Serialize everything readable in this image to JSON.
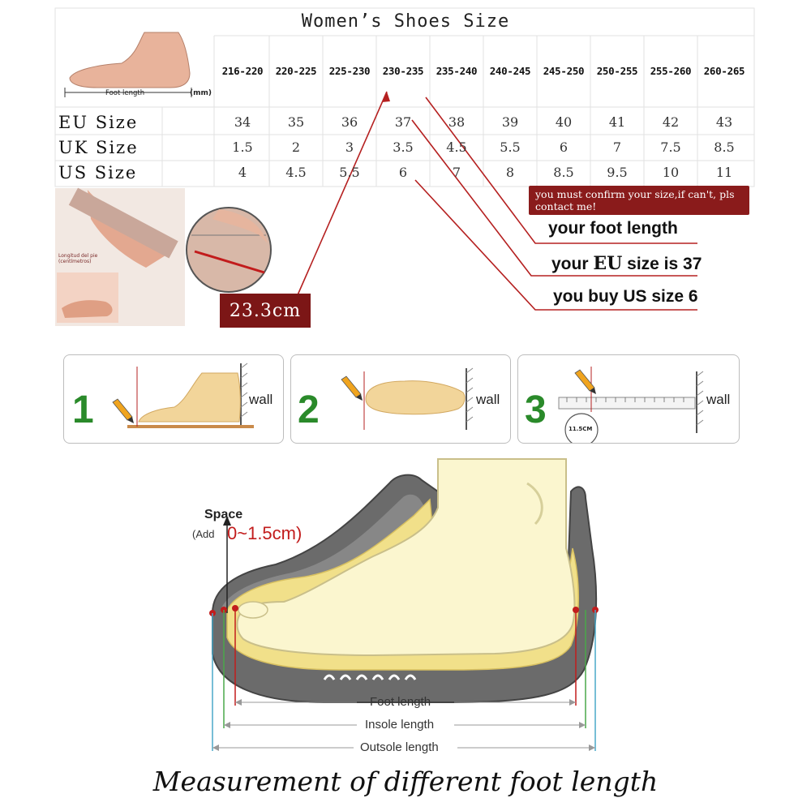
{
  "size_chart": {
    "title": "Women’s Shoes Size",
    "foot_length_label": "Foot length",
    "unit_label": "(mm)",
    "mm_ranges": [
      "216-220",
      "220-225",
      "225-230",
      "230-235",
      "235-240",
      "240-245",
      "245-250",
      "250-255",
      "255-260",
      "260-265"
    ],
    "rows": [
      {
        "label": "EU Size",
        "values": [
          "34",
          "35",
          "36",
          "37",
          "38",
          "39",
          "40",
          "41",
          "42",
          "43"
        ]
      },
      {
        "label": "UK Size",
        "values": [
          "1.5",
          "2",
          "3",
          "3.5",
          "4.5",
          "5.5",
          "6",
          "7",
          "7.5",
          "8.5"
        ]
      },
      {
        "label": "US Size",
        "values": [
          "4",
          "4.5",
          "5.5",
          "6",
          "7",
          "8",
          "8.5",
          "9.5",
          "10",
          "11"
        ]
      }
    ]
  },
  "note": "you must confirm your size,if can't, pls contact me!",
  "callouts": {
    "foot_length": "your foot length",
    "eu_prefix": "your ",
    "eu_word": "EU",
    "eu_suffix": " size is 37",
    "us": "you buy US size 6"
  },
  "measurement_example": "23.3cm",
  "ruler_photo_caption": "Longitud del pie (centímetros)",
  "steps": [
    {
      "number": "1",
      "wall": "wall"
    },
    {
      "number": "2",
      "wall": "wall"
    },
    {
      "number": "3",
      "wall": "wall",
      "reading": "11.5CM"
    }
  ],
  "diagram": {
    "space_label": "Space",
    "add_label": "(Add",
    "add_range": "0~1.5cm)",
    "foot_length": "Foot length",
    "insole_length": "Insole length",
    "outsole_length": "Outsole length"
  },
  "caption": "Measurement of different foot length",
  "colors": {
    "accent_red": "#8a1b1b",
    "step_green": "#2a8a2a",
    "shoe_gray": "#6b6b6b",
    "foot_cream": "#fbf6cf"
  }
}
